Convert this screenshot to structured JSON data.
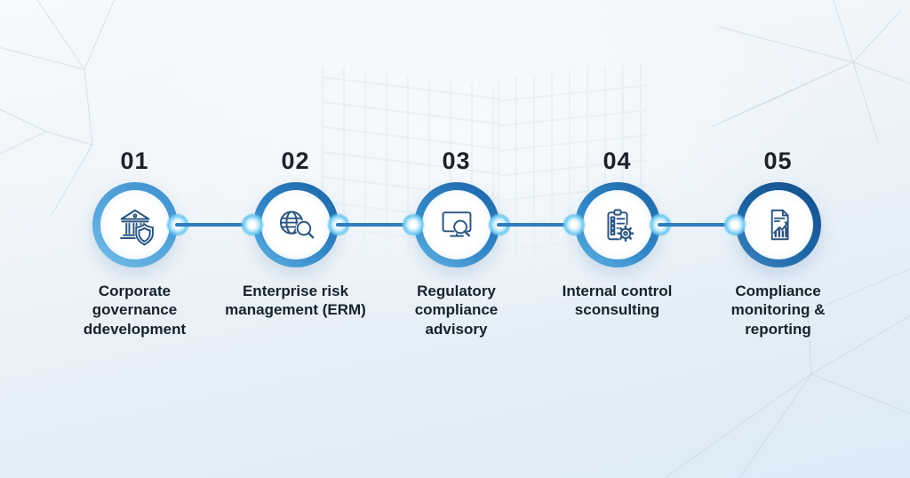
{
  "palette": {
    "background_top": "#f7fafc",
    "background_bottom": "#dcebf6",
    "ring_dark": "#1b63a6",
    "ring_light": "#5fb1e3",
    "connector": "#2e7dc1",
    "orb_glow": "#6ec8f0",
    "icon_stroke": "#2a5580",
    "number_color": "#1d2129",
    "label_color": "#16212c"
  },
  "steps": [
    {
      "number": "01",
      "label": "Corporate governance ddevelopment",
      "icon": "bank-shield-icon"
    },
    {
      "number": "02",
      "label": "Enterprise risk management (ERM)",
      "icon": "globe-magnifier-icon"
    },
    {
      "number": "03",
      "label": "Regulatory compliance advisory",
      "icon": "monitor-magnifier-icon"
    },
    {
      "number": "04",
      "label": "Internal control sconsulting",
      "icon": "clipboard-gear-icon"
    },
    {
      "number": "05",
      "label": "Compliance monitoring & reporting",
      "icon": "document-chart-icon"
    }
  ]
}
